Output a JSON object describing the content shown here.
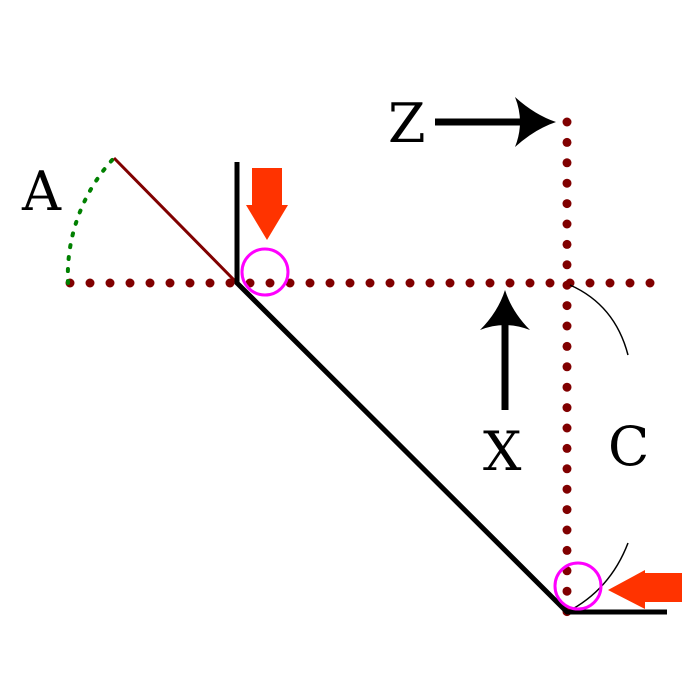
{
  "labels": {
    "a": "A",
    "z": "Z",
    "x": "X",
    "c": "C"
  },
  "colors": {
    "line": "#000000",
    "dotted": "#800000",
    "arc_a": "#008000",
    "marker_circle": "#ff00ff",
    "pointer_arrow": "#ff3300"
  }
}
